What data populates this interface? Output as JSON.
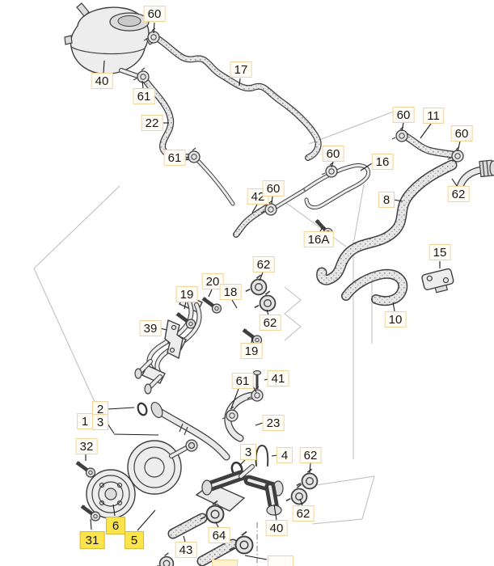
{
  "diagram": {
    "kind": "exploded-parts-diagram",
    "background_color": "#ffffff",
    "callout_style": {
      "box_bg": "#fffdf6",
      "box_border": "#f0d49c",
      "text_color": "#161616",
      "highlight_bg": "#fbe44c",
      "highlight_border": "#d9b93a"
    },
    "highlighted_parts": [
      "31",
      "6",
      "5"
    ],
    "callouts": [
      {
        "text": "60"
      },
      {
        "text": "40"
      },
      {
        "text": "61"
      },
      {
        "text": "17"
      },
      {
        "text": "22"
      },
      {
        "text": "61"
      },
      {
        "text": "60"
      },
      {
        "text": "60"
      },
      {
        "text": "11"
      },
      {
        "text": "60"
      },
      {
        "text": "16"
      },
      {
        "text": "62"
      },
      {
        "text": "8"
      },
      {
        "text": "42"
      },
      {
        "text": "60"
      },
      {
        "text": "16A"
      },
      {
        "text": "15"
      },
      {
        "text": "62"
      },
      {
        "text": "20"
      },
      {
        "text": "19"
      },
      {
        "text": "18"
      },
      {
        "text": "39"
      },
      {
        "text": "62"
      },
      {
        "text": "19"
      },
      {
        "text": "10"
      },
      {
        "text": "61"
      },
      {
        "text": "41"
      },
      {
        "text": "23"
      },
      {
        "text": "2"
      },
      {
        "text": "1"
      },
      {
        "text": "3"
      },
      {
        "text": "32"
      },
      {
        "text": "3"
      },
      {
        "text": "4"
      },
      {
        "text": "62"
      },
      {
        "text": "62"
      },
      {
        "text": "40"
      },
      {
        "text": "64"
      },
      {
        "text": "43"
      },
      {
        "text": "31",
        "highlighted": true
      },
      {
        "text": "6",
        "highlighted": true
      },
      {
        "text": "5",
        "highlighted": true
      },
      {
        "text": "",
        "partial": true
      },
      {
        "text": "",
        "partial": true
      }
    ]
  }
}
